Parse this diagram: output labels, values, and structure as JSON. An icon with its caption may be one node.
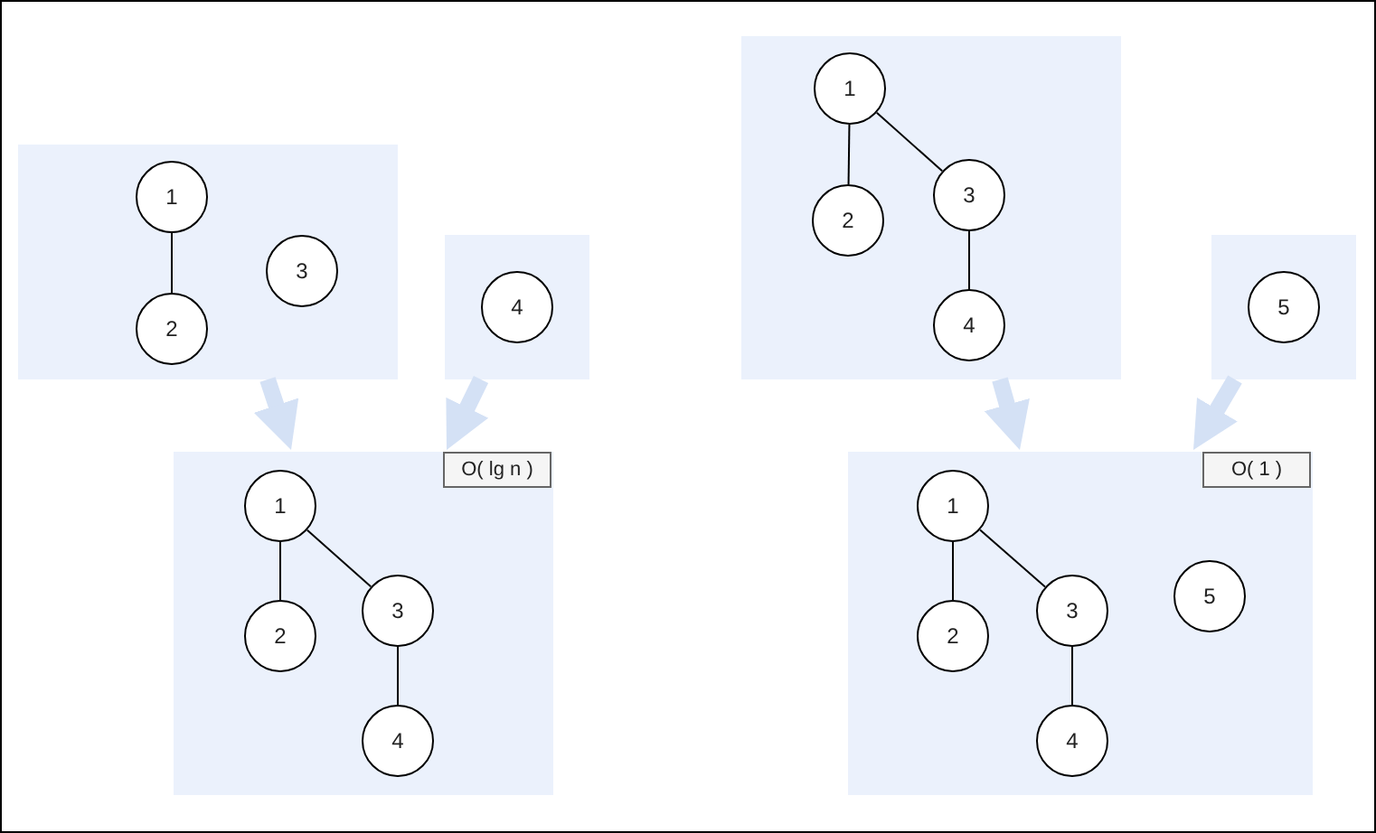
{
  "diagram": {
    "nodes": [
      {
        "text": [],
        "shape": "box"
      },
      {
        "text": [
          "1"
        ],
        "in": 0
      },
      {
        "text": [
          "2"
        ],
        "in": 0
      },
      {
        "text": [
          "3"
        ],
        "in": 0
      },
      {
        "text": [],
        "shape": "box"
      },
      {
        "text": [
          "4"
        ],
        "in": 4
      },
      {
        "text": [],
        "shape": "box"
      },
      {
        "text": [
          "O( lg n )"
        ],
        "in": 6
      },
      {
        "text": [
          "1"
        ],
        "in": 6
      },
      {
        "text": [
          "2"
        ],
        "in": 6
      },
      {
        "text": [
          "3"
        ],
        "in": 6
      },
      {
        "text": [
          "4"
        ],
        "in": 6
      },
      {
        "text": [],
        "shape": "box"
      },
      {
        "text": [
          "1"
        ],
        "in": 12
      },
      {
        "text": [
          "2"
        ],
        "in": 12
      },
      {
        "text": [
          "3"
        ],
        "in": 12
      },
      {
        "text": [
          "4"
        ],
        "in": 12
      },
      {
        "text": [],
        "shape": "box"
      },
      {
        "text": [
          "5"
        ],
        "in": 17
      },
      {
        "text": [],
        "shape": "box"
      },
      {
        "text": [
          "O( 1 )"
        ],
        "in": 19
      },
      {
        "text": [
          "1"
        ],
        "in": 19
      },
      {
        "text": [
          "2"
        ],
        "in": 19
      },
      {
        "text": [
          "3"
        ],
        "in": 19
      },
      {
        "text": [
          "4"
        ],
        "in": 19
      },
      {
        "text": [
          "5"
        ],
        "in": 19
      }
    ],
    "edges": [
      {
        "from": 1,
        "to": 2,
        "arrow": "none"
      },
      {
        "from": 8,
        "to": 9,
        "arrow": "none"
      },
      {
        "from": 8,
        "to": 10,
        "arrow": "none"
      },
      {
        "from": 10,
        "to": 11,
        "arrow": "none"
      },
      {
        "from": 13,
        "to": 14,
        "arrow": "none"
      },
      {
        "from": 13,
        "to": 15,
        "arrow": "none"
      },
      {
        "from": 15,
        "to": 16,
        "arrow": "none"
      },
      {
        "from": 21,
        "to": 22,
        "arrow": "none"
      },
      {
        "from": 21,
        "to": 23,
        "arrow": "none"
      },
      {
        "from": 23,
        "to": 24,
        "arrow": "none"
      },
      {
        "from": 0,
        "to": 6,
        "arrow": "to",
        "style": "thick",
        "color": "#d4e1f5"
      },
      {
        "from": 4,
        "to": 6,
        "arrow": "to",
        "style": "thick",
        "color": "#d4e1f5"
      },
      {
        "from": 12,
        "to": 19,
        "arrow": "to",
        "style": "thick",
        "color": "#d4e1f5"
      },
      {
        "from": 17,
        "to": 19,
        "arrow": "to",
        "style": "thick",
        "color": "#d4e1f5"
      }
    ]
  }
}
